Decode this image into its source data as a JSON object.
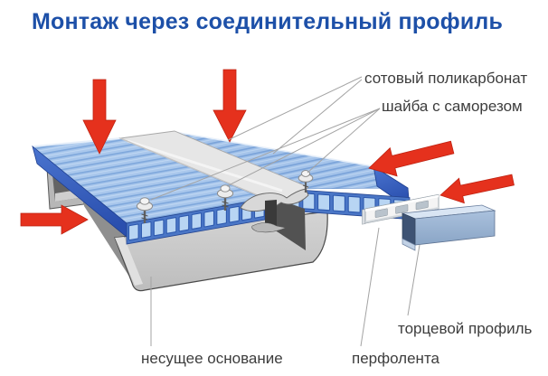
{
  "title": "Монтаж через соединительный профиль",
  "labels": {
    "polycarbonate": "сотовый поликарбонат",
    "washer_screw": "шайба с саморезом",
    "end_profile": "торцевой профиль",
    "bearing_base": "несущее основание",
    "perforated_tape": "перфолента"
  },
  "colors": {
    "title_blue": "#1d50a8",
    "label_gray": "#3d3d3d",
    "arrow_red": "#e5311d",
    "sheet_top_blue": "#a9c7ec",
    "sheet_rib_blue": "#7fa8dc",
    "sheet_edge_blue": "#3a66c4",
    "cell_fill_blue": "#b8d5f3",
    "joining_profile_gray": "#e6e6e6",
    "base_gray": "#c9c9c9",
    "end_profile_blue": "#9cb5d4",
    "perforated_tape_white": "#f4f4f4"
  },
  "icons": {
    "arrows": [
      "red-arrow-down-left-sheet",
      "red-arrow-down-right-sheet",
      "red-arrow-left-side",
      "red-arrow-upper-right",
      "red-arrow-lower-right"
    ]
  }
}
